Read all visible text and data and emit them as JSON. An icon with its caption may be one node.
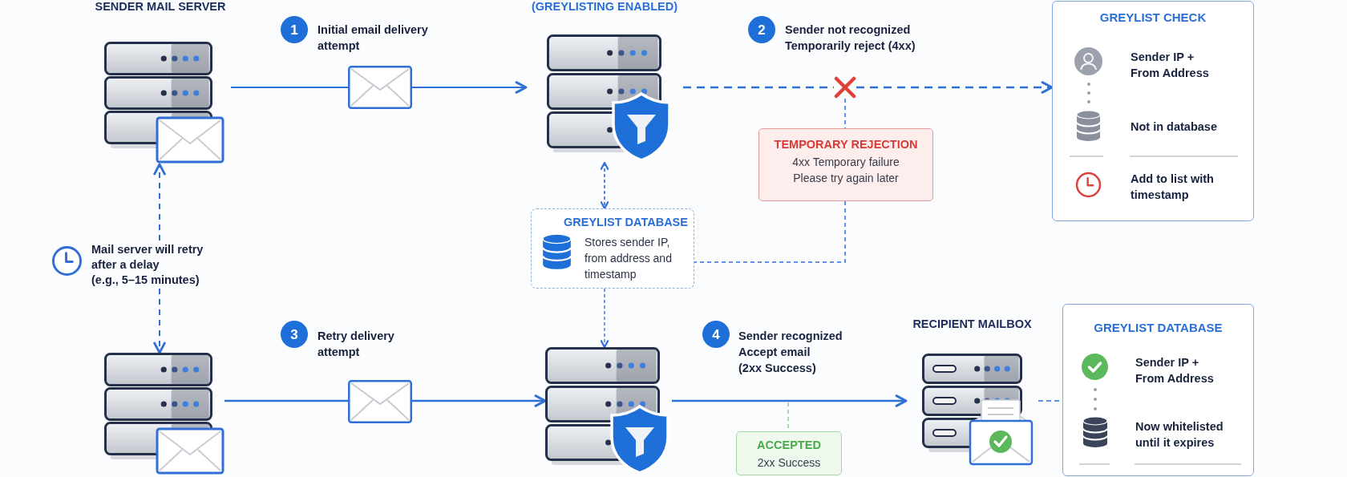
{
  "diagram": {
    "nodes": [
      {
        "text": [
          "SENDER MAIL SERVER"
        ]
      },
      {
        "text": [
          "(GREYLISTING ENABLED)"
        ]
      },
      {
        "text": [
          "GREYLIST CHECK",
          "Sender IP + From Address",
          "Not in database",
          "Add to list with timestamp"
        ]
      },
      {
        "text": [
          "TEMPORARY REJECTION",
          "4xx Temporary failure",
          "Please try again later"
        ]
      },
      {
        "text": [
          "GREYLIST DATABASE",
          "Stores sender IP, from address and timestamp"
        ]
      },
      {
        "text": [
          "Mail server will retry after a delay",
          "(e.g., 5–15 minutes)"
        ]
      },
      {
        "text": [],
        "shape": "picture"
      },
      {
        "text": [],
        "shape": "picture"
      },
      {
        "text": [
          "RECIPIENT MAILBOX"
        ]
      },
      {
        "text": [
          "GREYLIST DATABASE",
          "Sender IP + From Address",
          "Now whitelisted until it expires"
        ]
      },
      {
        "text": [
          "ACCEPTED",
          "2xx Success"
        ]
      },
      {
        "text": [],
        "shape": "cross"
      }
    ],
    "edges": [
      {
        "from": 0,
        "to": 1,
        "arrow": "to"
      },
      {
        "from": 1,
        "to": 4,
        "arrow": "both",
        "style": "dashed"
      },
      {
        "from": 1,
        "to": 11,
        "arrow": "none",
        "style": "dashed"
      },
      {
        "from": 11,
        "to": 2,
        "arrow": "to",
        "style": "dashed"
      },
      {
        "from": 11,
        "to": 3,
        "arrow": "none",
        "style": "dashed"
      },
      {
        "from": 3,
        "to": 4,
        "arrow": "none",
        "style": "dashed"
      },
      {
        "from": 5,
        "to": 0,
        "arrow": "to",
        "style": "dashed"
      },
      {
        "from": 5,
        "to": 6,
        "arrow": "to",
        "style": "dashed"
      },
      {
        "from": 6,
        "to": 7,
        "arrow": "to"
      },
      {
        "from": 4,
        "to": 7,
        "arrow": "to",
        "style": "dashed"
      },
      {
        "from": 7,
        "to": 8,
        "arrow": "to"
      },
      {
        "from": null,
        "to": 10,
        "arrow": "none",
        "style": "dashed",
        "color": "#8fcf8a"
      },
      {
        "from": 8,
        "to": 9,
        "arrow": "none",
        "style": "dashed"
      }
    ],
    "labels": [
      "1",
      "Initial email delivery attempt",
      "2",
      "Sender not recognized Temporarily reject (4xx)",
      "3",
      "Retry delivery attempt",
      "4",
      "Sender recognized Accept email",
      "(2xx Success)"
    ]
  }
}
